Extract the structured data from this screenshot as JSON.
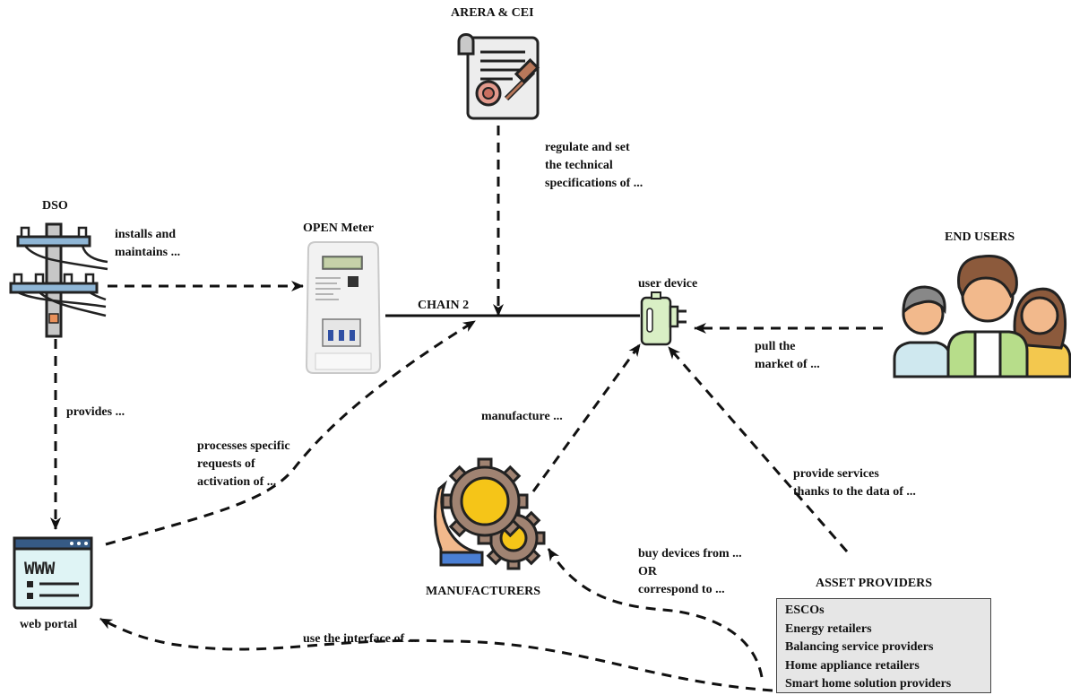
{
  "labels": {
    "arera": "ARERA & CEI",
    "regulate": "regulate and set\nthe technical\nspecifications of ...",
    "dso": "DSO",
    "installs": "installs and\nmaintains ...",
    "open_meter": "OPEN Meter",
    "chain2": "CHAIN 2",
    "user_device": "user device",
    "end_users": "END USERS",
    "pull": "pull the\nmarket of ...",
    "provides": "provides ...",
    "processes": "processes specific\nrequests of\nactivation of ...",
    "manufacture": "manufacture ...",
    "provide_services": "provide services\nthanks to the data of ...",
    "buy": "buy devices from ...\nOR\ncorrespond to ...",
    "manufacturers": "MANUFACTURERS",
    "asset_providers": "ASSET PROVIDERS",
    "web_portal": "web portal",
    "use_interface": "use the interface of ..."
  },
  "asset_providers_list": [
    "ESCOs",
    "Energy retailers",
    "Balancing service providers",
    "Home appliance retailers",
    "Smart home solution providers"
  ],
  "web_portal_text": "WWW",
  "icons": {
    "regulation": "regulation-document-icon",
    "pole": "power-pole-icon",
    "meter": "smart-meter-icon",
    "device": "user-device-plug-icon",
    "users": "end-users-icon",
    "gears": "manufacturing-gears-icon",
    "portal": "web-portal-window-icon"
  },
  "colors": {
    "line": "#111111",
    "box_fill": "#e6e6e6",
    "gear_yellow": "#f5c518",
    "gear_brown": "#a08372",
    "portal_fill": "#dff4f5",
    "device_fill": "#d9efc5"
  }
}
